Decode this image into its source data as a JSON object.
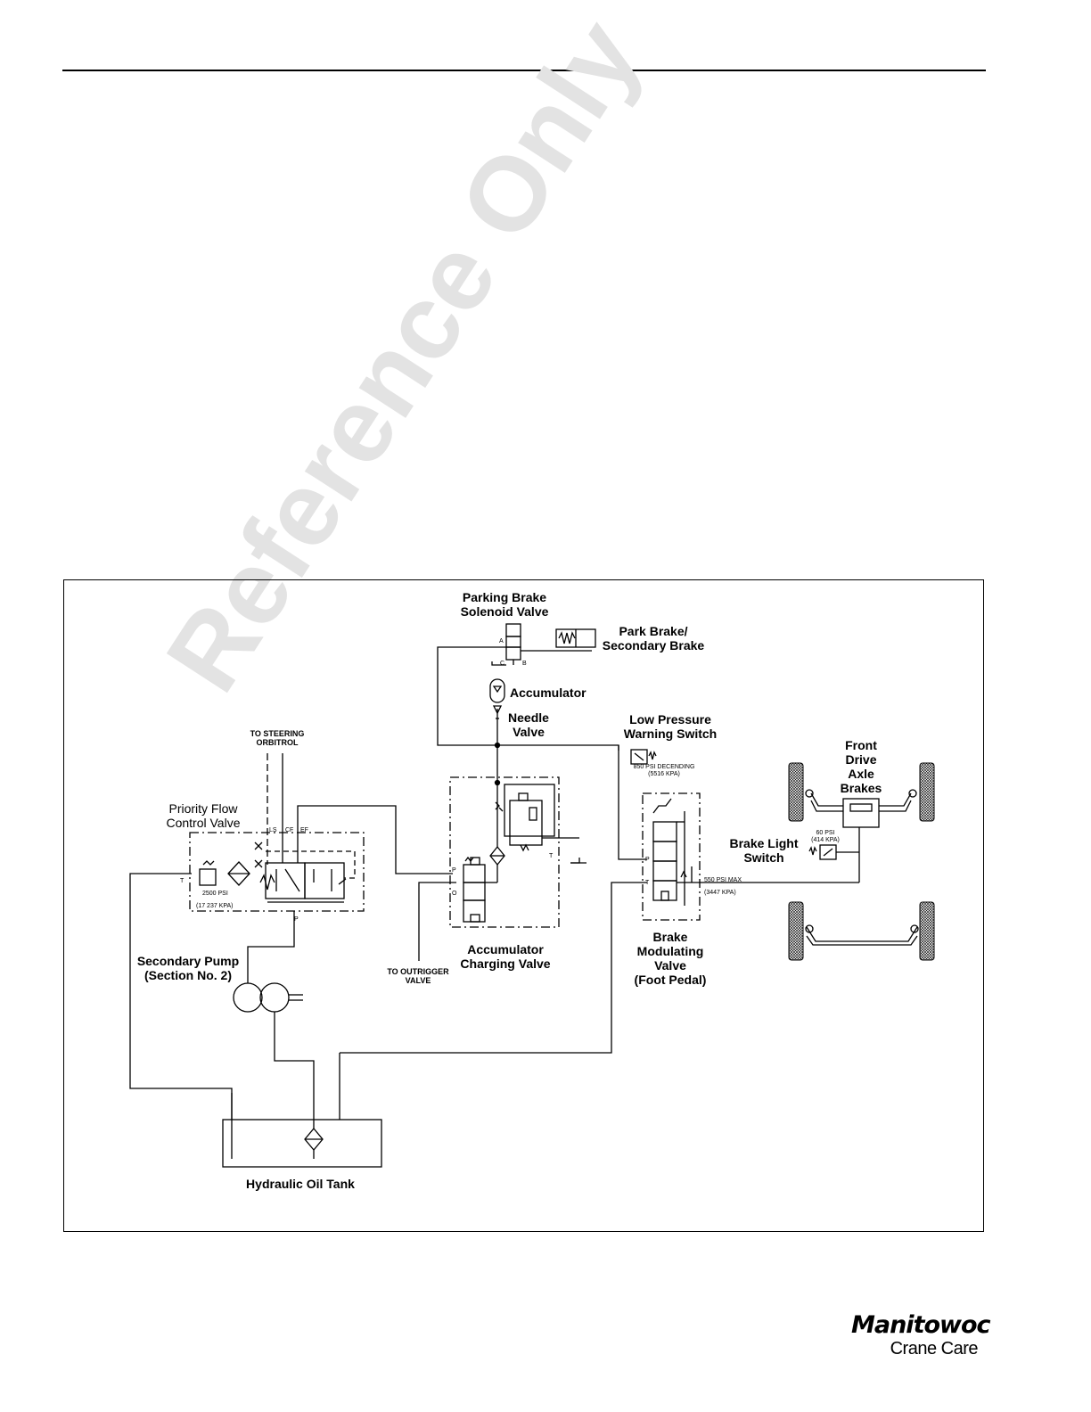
{
  "watermark": "Reference Only",
  "labels": {
    "parking_brake_solenoid_valve": [
      "Parking Brake",
      "Solenoid Valve"
    ],
    "park_brake_secondary_brake": [
      "Park Brake/",
      "Secondary Brake"
    ],
    "accumulator": "Accumulator",
    "needle_valve": [
      "Needle",
      "Valve"
    ],
    "low_pressure_warning_switch": [
      "Low Pressure",
      "Warning Switch"
    ],
    "low_pressure_setting": [
      "850 PSI DECENDING",
      "(5516 KPA)"
    ],
    "front_drive_axle_brakes": [
      "Front",
      "Drive",
      "Axle",
      "Brakes"
    ],
    "to_steering_orbitrol": [
      "TO STEERING",
      "ORBITROL"
    ],
    "priority_flow_control_valve": [
      "Priority Flow",
      "Control Valve"
    ],
    "brake_light_switch": [
      "Brake Light",
      "Switch"
    ],
    "brake_light_setting": [
      "60 PSI",
      "(414 KPA)"
    ],
    "relief_setting": [
      "2500 PSI",
      "(17 237 KPA)"
    ],
    "brake_max_setting": [
      "550 PSI MAX",
      "(3447 KPA)"
    ],
    "accumulator_charging_valve": [
      "Accumulator",
      "Charging Valve"
    ],
    "brake_modulating_valve": [
      "Brake",
      "Modulating",
      "Valve",
      "(Foot Pedal)"
    ],
    "secondary_pump": [
      "Secondary Pump",
      "(Section No. 2)"
    ],
    "to_outrigger_valve": [
      "TO OUTRIGGER",
      "VALVE"
    ],
    "hydraulic_oil_tank": "Hydraulic Oil Tank"
  },
  "ports": {
    "solenoid_a": "A",
    "solenoid_b": "B",
    "solenoid_c": "C",
    "pfc_ls": "LS",
    "pfc_cf": "CF",
    "pfc_ef": "EF",
    "pfc_t": "T",
    "pfc_p": "P",
    "acv_p": "P",
    "acv_o": "O",
    "acv_t": "T",
    "bmv_p": "P",
    "bmv_t": "T"
  },
  "logo": {
    "brand": "Manitowoc",
    "sub": "Crane Care"
  }
}
